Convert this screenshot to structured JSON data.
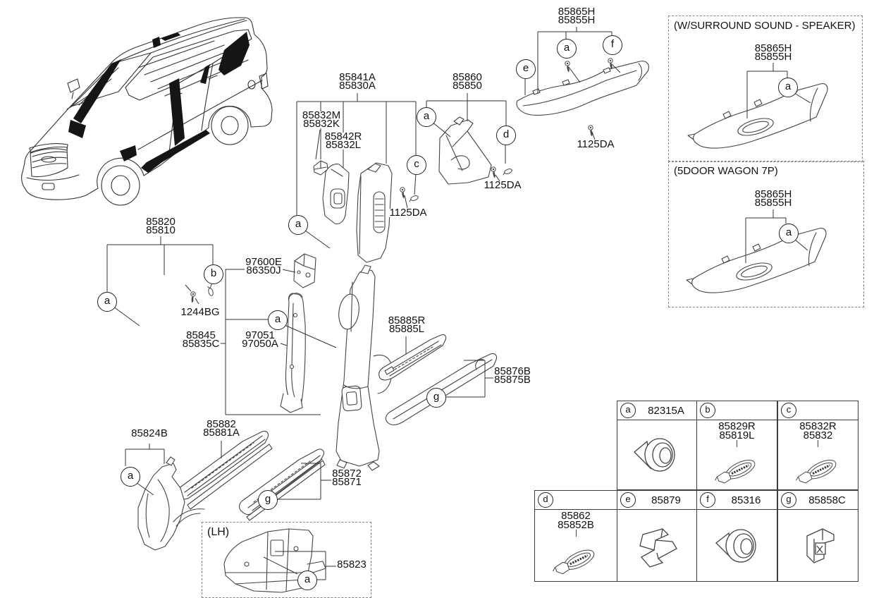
{
  "diagram": {
    "part_labels": {
      "top_865": {
        "l1": "85865H",
        "l2": "85855H"
      },
      "box1_865": {
        "l1": "85865H",
        "l2": "85855H"
      },
      "box2_865": {
        "l1": "85865H",
        "l2": "85855H"
      },
      "l85841": {
        "l1": "85841A",
        "l2": "85830A"
      },
      "l85860": {
        "l1": "85860",
        "l2": "85850"
      },
      "l85832M": {
        "l1": "85832M",
        "l2": "85832K"
      },
      "l85842R": {
        "l1": "85842R",
        "l2": "85832L"
      },
      "l85820": {
        "l1": "85820",
        "l2": "85810"
      },
      "l97600": {
        "l1": "97600E",
        "l2": "86350J"
      },
      "l85845": {
        "l1": "85845",
        "l2": "85835C"
      },
      "l97051": {
        "l1": "97051",
        "l2": "97050A"
      },
      "l85885": {
        "l1": "85885R",
        "l2": "85885L"
      },
      "l85876": {
        "l1": "85876B",
        "l2": "85875B"
      },
      "l85882": {
        "l1": "85882",
        "l2": "85881A"
      },
      "l85872": {
        "l1": "85872",
        "l2": "85871"
      },
      "l85824": {
        "l1": "85824B"
      },
      "l85823": {
        "l1": "85823"
      },
      "fix1125_top": {
        "l1": "1125DA"
      },
      "fix1125_mid": {
        "l1": "1125DA"
      },
      "fix1125_right": {
        "l1": "1125DA"
      },
      "fix1244": {
        "l1": "1244BG"
      }
    },
    "callouts": {
      "c1": "e",
      "c2": "a",
      "c3": "f",
      "c4": "a",
      "c5": "a",
      "c6": "a",
      "c7": "d",
      "c8": "c",
      "c9": "a",
      "c10": "b",
      "c11": "a",
      "c12": "a",
      "c13": "g",
      "c14": "a",
      "c15": "g",
      "c16": "a"
    },
    "boxes": {
      "surround": "(W/SURROUND SOUND - SPEAKER)",
      "wagon": "(5DOOR WAGON 7P)",
      "lh": "(LH)"
    }
  },
  "table": {
    "cells": {
      "a": {
        "letter": "a",
        "code": "82315A",
        "body1": "",
        "body2": ""
      },
      "b": {
        "letter": "b",
        "code": "",
        "body1": "85829R",
        "body2": "85819L"
      },
      "c": {
        "letter": "c",
        "code": "",
        "body1": "85832R",
        "body2": "85832"
      },
      "d": {
        "letter": "d",
        "code": "",
        "body1": "85862",
        "body2": "85852B"
      },
      "e": {
        "letter": "e",
        "code": "85879",
        "body1": "",
        "body2": ""
      },
      "f": {
        "letter": "f",
        "code": "85316",
        "body1": "",
        "body2": ""
      },
      "g": {
        "letter": "g",
        "code": "85858C",
        "body1": "",
        "body2": ""
      }
    }
  }
}
